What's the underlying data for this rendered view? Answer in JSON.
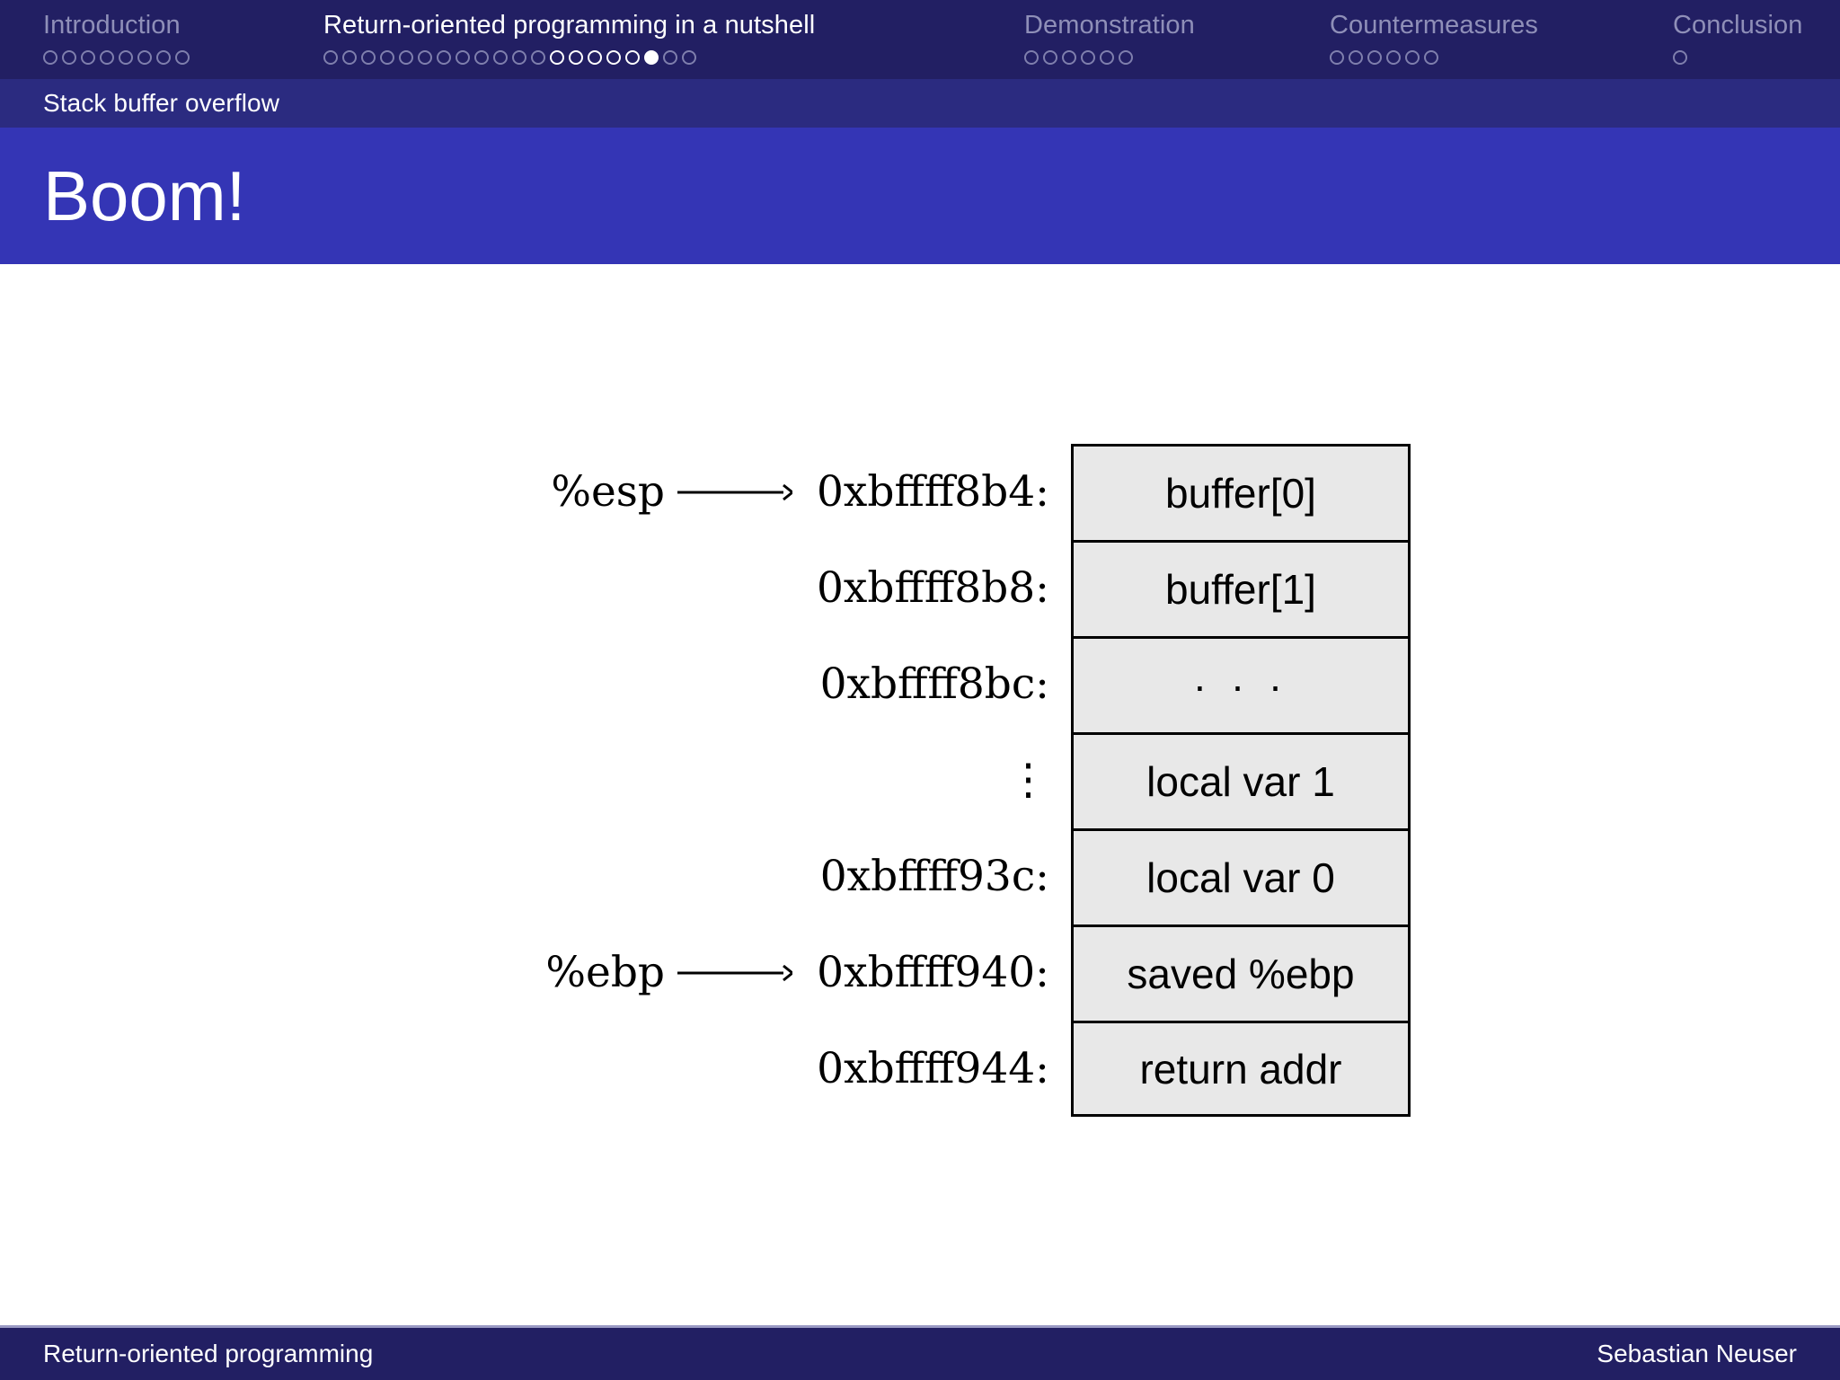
{
  "nav": {
    "sections": [
      {
        "label": "Introduction",
        "dots": 8,
        "active": false,
        "current_index": -1,
        "bright_from": -1
      },
      {
        "label": "Return-oriented programming in a nutshell",
        "dots": 20,
        "active": true,
        "current_index": 17,
        "bright_from": 12
      },
      {
        "label": "Demonstration",
        "dots": 6,
        "active": false,
        "current_index": -1,
        "bright_from": -1
      },
      {
        "label": "Countermeasures",
        "dots": 6,
        "active": false,
        "current_index": -1,
        "bright_from": -1
      },
      {
        "label": "Conclusion",
        "dots": 1,
        "active": false,
        "current_index": -1,
        "bright_from": -1
      }
    ]
  },
  "subsection": {
    "label": "Stack buffer overflow"
  },
  "slide": {
    "title": "Boom!"
  },
  "diagram": {
    "rows": [
      {
        "register": "%esp",
        "has_arrow": true,
        "address": "0xbffff8b4:",
        "cell": "buffer[0]",
        "is_vdots": false
      },
      {
        "register": "",
        "has_arrow": false,
        "address": "0xbffff8b8:",
        "cell": "buffer[1]",
        "is_vdots": false
      },
      {
        "register": "",
        "has_arrow": false,
        "address": "0xbffff8bc:",
        "cell": "· · ·",
        "is_vdots": false
      },
      {
        "register": "",
        "has_arrow": false,
        "address": "⋮",
        "cell": "local var 1",
        "is_vdots": true
      },
      {
        "register": "",
        "has_arrow": false,
        "address": "0xbffff93c:",
        "cell": "local var 0",
        "is_vdots": false
      },
      {
        "register": "%ebp",
        "has_arrow": true,
        "address": "0xbffff940:",
        "cell": "saved %ebp",
        "is_vdots": false
      },
      {
        "register": "",
        "has_arrow": false,
        "address": "0xbffff944:",
        "cell": "return addr",
        "is_vdots": false
      }
    ]
  },
  "footer": {
    "left": "Return-oriented programming",
    "right": "Sebastian Neuser"
  },
  "colors": {
    "navbar_bg": "#221f63",
    "subbar_bg": "#2b2b80",
    "title_bg": "#3435b5",
    "content_bg": "#ffffff",
    "inactive_text": "#8f8fb8",
    "active_text": "#ffffff",
    "cell_fill": "#e8e8e8",
    "cell_border": "#000000"
  }
}
